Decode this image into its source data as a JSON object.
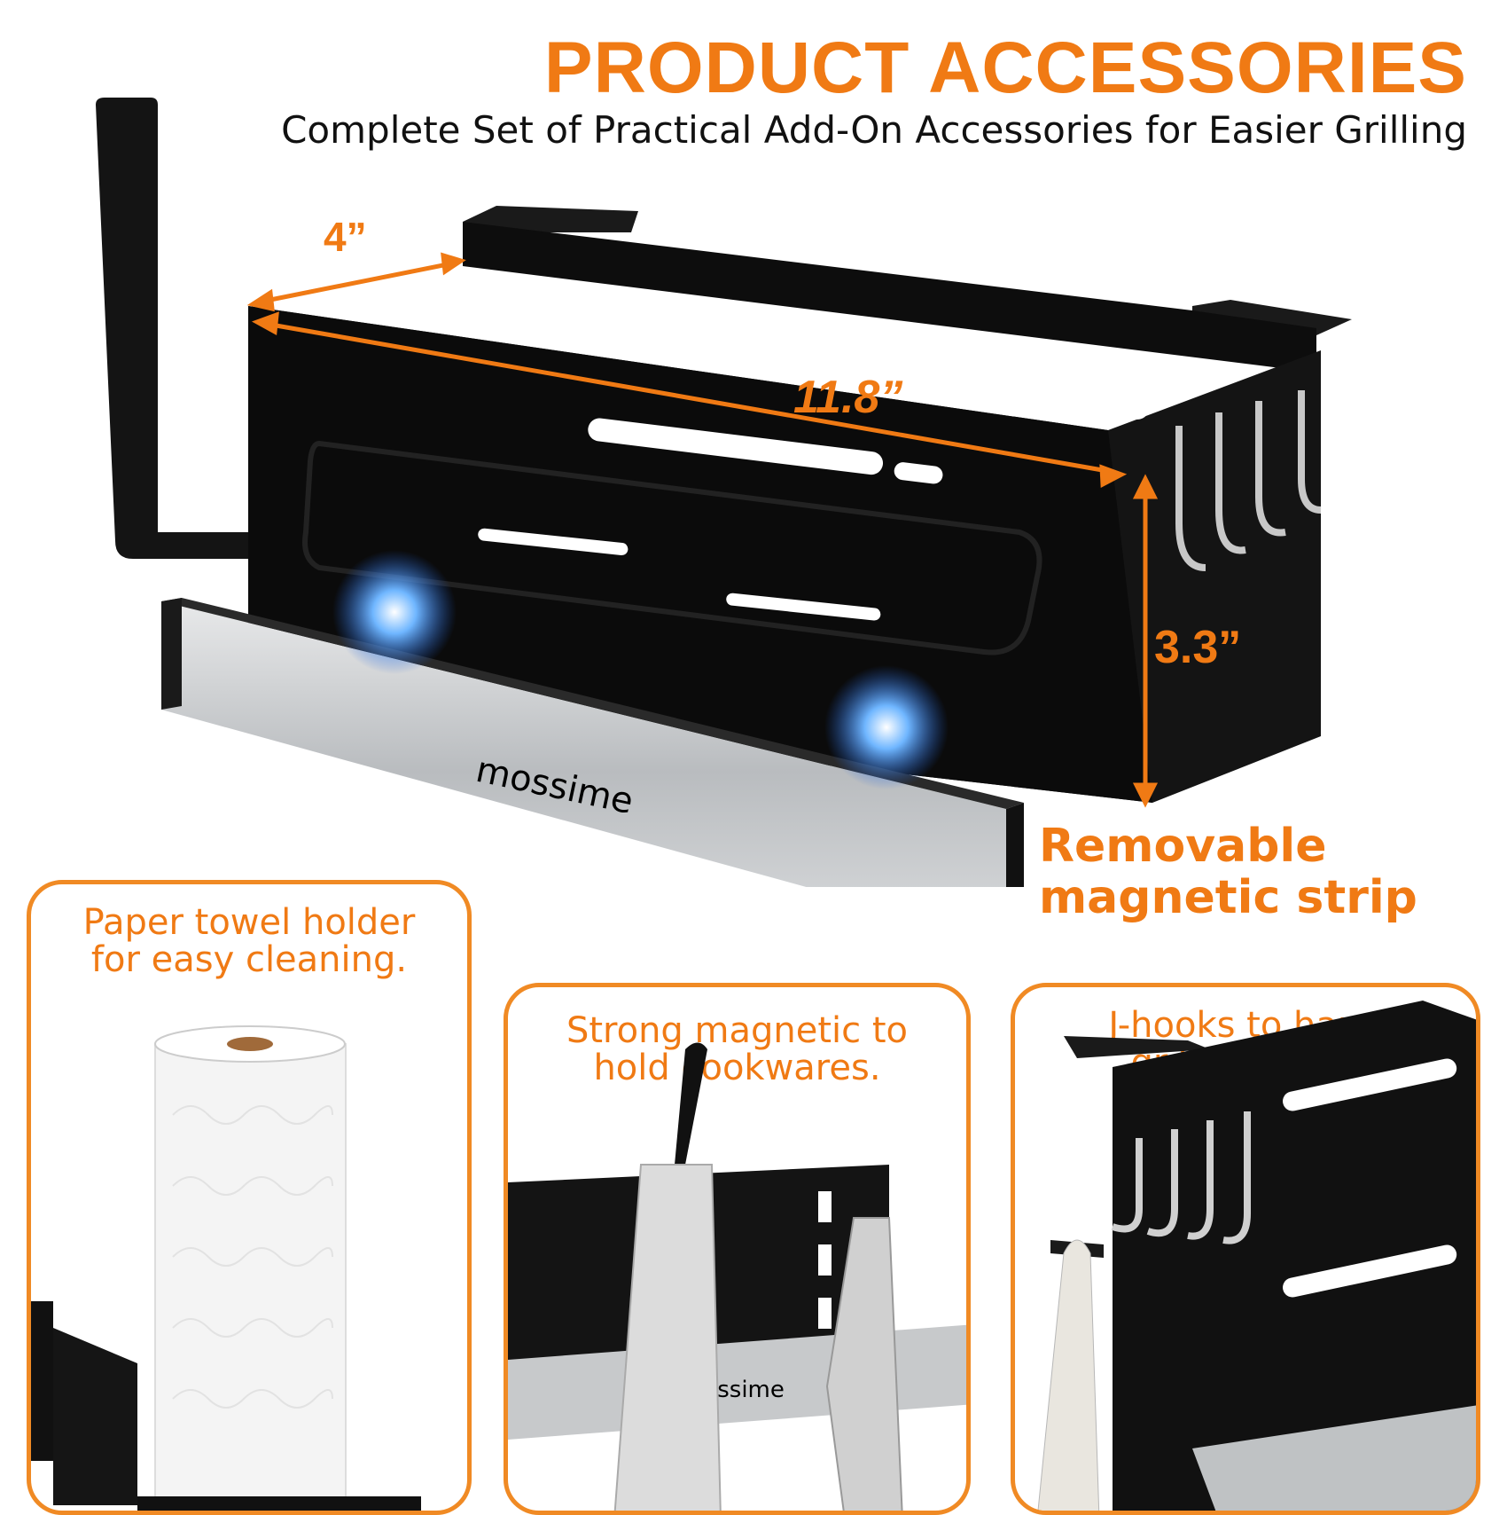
{
  "header": {
    "title": "PRODUCT ACCESSORIES",
    "subtitle": "Complete Set of Practical Add-On Accessories for Easier Grilling"
  },
  "dimensions": {
    "depth": "4”",
    "length": "11.8”",
    "height": "3.3”"
  },
  "feature": {
    "line1": "Removable",
    "line2": "magnetic strip"
  },
  "brand": "mossime",
  "panels": [
    {
      "line1": "Paper towel holder",
      "line2": "for easy cleaning."
    },
    {
      "line1": "Strong magnetic to",
      "line2": "hold cookwares."
    },
    {
      "line1": "J-hooks to hang",
      "line2": "grilling tools."
    }
  ],
  "colors": {
    "accent": "#f07a14",
    "panel_border": "#f08a24",
    "product": "#111111",
    "steel": "#c9cbcd"
  }
}
